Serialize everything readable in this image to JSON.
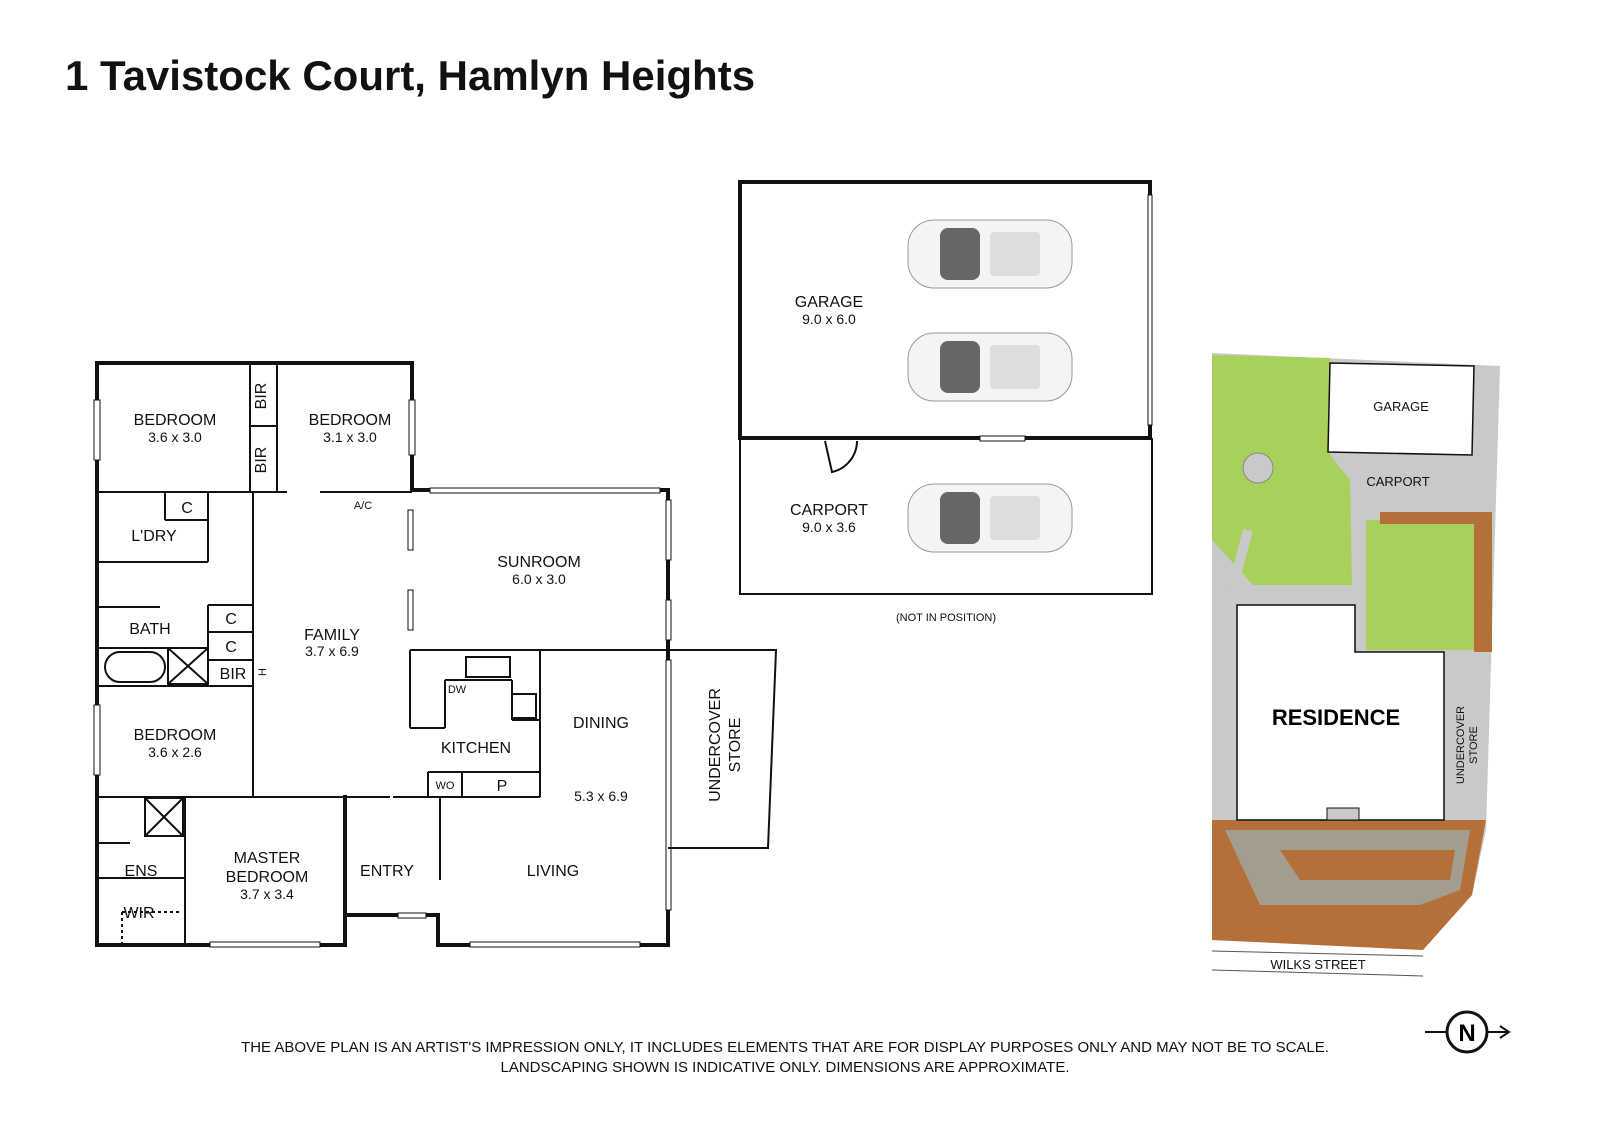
{
  "title": "1 Tavistock Court, Hamlyn Heights",
  "floor_plan": {
    "rooms": [
      {
        "name": "BEDROOM",
        "dims": "3.6 x 3.0"
      },
      {
        "name": "BEDROOM",
        "dims": "3.1 x 3.0"
      },
      {
        "name": "FAMILY",
        "dims": "3.7 x 6.9"
      },
      {
        "name": "SUNROOM",
        "dims": "6.0 x 3.0"
      },
      {
        "name": "BEDROOM",
        "dims": "3.6 x 2.6"
      },
      {
        "name": "MASTER",
        "name2": "BEDROOM",
        "dims": "3.7 x 3.4"
      },
      {
        "name": "DINING",
        "dims": "5.3 x 6.9"
      }
    ],
    "labels": {
      "bir": "BIR",
      "c": "C",
      "laundry": "L'DRY",
      "bath": "BATH",
      "ac": "A/C",
      "kitchen": "KITCHEN",
      "dw": "DW",
      "wo": "WO",
      "pantry": "P",
      "living": "LIVING",
      "entry": "ENTRY",
      "ens": "ENS",
      "wir": "WIR",
      "h": "H",
      "undercover": "UNDERCOVER",
      "store": "STORE"
    }
  },
  "outbuilding": {
    "garage": {
      "name": "GARAGE",
      "dims": "9.0 x 6.0"
    },
    "carport": {
      "name": "CARPORT",
      "dims": "9.0 x 3.6"
    },
    "note": "(NOT IN POSITION)"
  },
  "site_plan": {
    "garage": "GARAGE",
    "carport": "CARPORT",
    "residence": "RESIDENCE",
    "undercover": "UNDERCOVER",
    "store": "STORE",
    "street": "WILKS STREET",
    "north": "N"
  },
  "disclaimer": [
    "THE ABOVE PLAN IS AN ARTIST'S IMPRESSION ONLY, IT INCLUDES ELEMENTS THAT ARE FOR DISPLAY PURPOSES ONLY AND MAY NOT BE TO SCALE.",
    "LANDSCAPING SHOWN IS INDICATIVE ONLY. DIMENSIONS ARE APPROXIMATE."
  ],
  "colors": {
    "lawn": "#a8d05a",
    "paving": "#c9c9c9",
    "garden": "#b5703a",
    "path": "#a59c90"
  }
}
